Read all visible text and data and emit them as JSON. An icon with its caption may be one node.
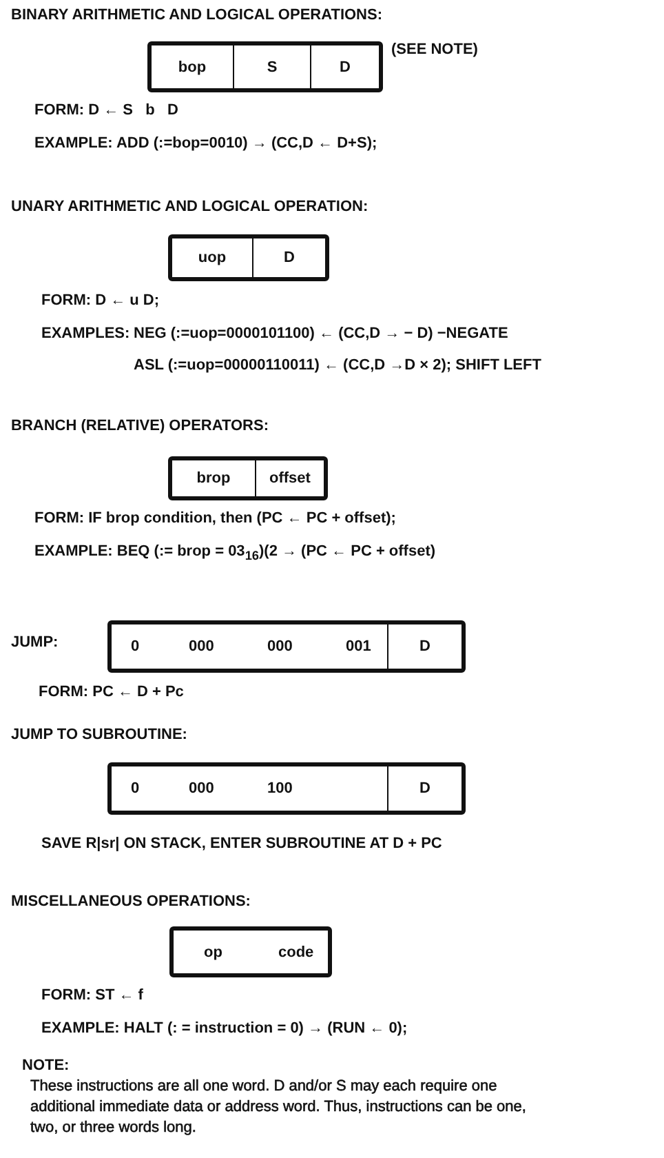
{
  "diagram": {
    "nodes": [
      {
        "text": [],
        "shape": "box",
        "beside": [
          "(SEE NOTE)"
        ]
      },
      {
        "text": [
          "bop"
        ],
        "in": 0
      },
      {
        "text": [
          "S"
        ],
        "in": 0
      },
      {
        "text": [
          "D"
        ],
        "in": 0
      },
      {
        "text": [],
        "shape": "box"
      },
      {
        "text": [
          "uop"
        ],
        "in": 4
      },
      {
        "text": [
          "D"
        ],
        "in": 4
      },
      {
        "text": [],
        "shape": "box"
      },
      {
        "text": [
          "brop"
        ],
        "in": 7
      },
      {
        "text": [
          "offset"
        ],
        "in": 7
      },
      {
        "text": [],
        "shape": "box"
      },
      {
        "text": [
          "0",
          "000",
          "000",
          "001"
        ],
        "in": 10
      },
      {
        "text": [
          "D"
        ],
        "in": 10
      },
      {
        "text": [],
        "shape": "box"
      },
      {
        "text": [
          "0",
          "000",
          "100"
        ],
        "in": 13
      },
      {
        "text": [
          "D"
        ],
        "in": 13
      },
      {
        "text": [
          "op",
          "code"
        ]
      }
    ],
    "labels": [
      "BINARY ARITHMETIC AND LOGICAL OPERATIONS:",
      "FORM: D ← S   b   D",
      "EXAMPLE: ADD (:=bop=0010) → (CC,D ← D+S);",
      "UNARY ARITHMETIC AND LOGICAL OPERATION:",
      "FORM: D ← u D;",
      "EXAMPLES:",
      "NEG (:=uop=0000101100) ← (CC,D → − D) −NEGATE",
      "ASL (:=uop=00000110011) ← (CC,D →D × 2); SHIFT LEFT",
      "BRANCH (RELATIVE) OPERATORS:",
      "FORM: IF brop condition, then (PC ← PC + offset);",
      "EXAMPLE: BEQ (:= brop = 03$_{16}$)(2 → (PC ← PC + offset)",
      "JUMP:",
      "FORM: PC ← D + Pc",
      "JUMP TO SUBROUTINE:",
      "SAVE R|sr| ON STACK, ENTER SUBROUTINE AT D + PC",
      "MISCELLANEOUS OPERATIONS:",
      "FORM: ST ← f",
      "EXAMPLE: HALT (: = instruction = 0) → (RUN ← 0);",
      "NOTE:",
      "These instructions are all one word. D and/or S may each require one additional immediate data or address word. Thus, instructions can be one, two, or three words long."
    ]
  }
}
